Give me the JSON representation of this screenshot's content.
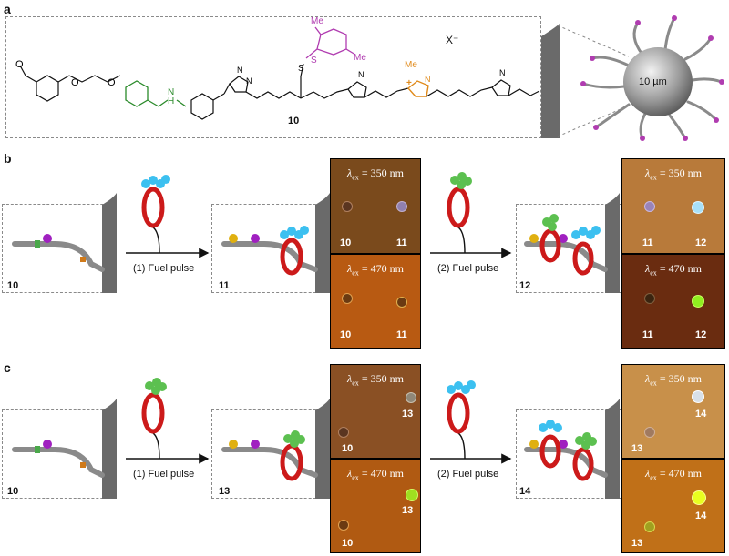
{
  "panels": {
    "a": "a",
    "b": "b",
    "c": "c"
  },
  "panel_a": {
    "compound": "10",
    "counterion": "X⁻",
    "bead_label": "10 µm",
    "me_top1": "Me",
    "me_top2": "Me",
    "nh": "N",
    "h": "H",
    "s_label": "S",
    "me_triazolium": "Me",
    "colors": {
      "linker_green": "#2a8a2a",
      "thiol_magenta": "#b03cb0",
      "triazolium_orange": "#e08a1a"
    }
  },
  "panel_b": {
    "start": "10",
    "mid": "11",
    "end": "12",
    "fuel1": "(1) Fuel pulse",
    "fuel2": "(2) Fuel pulse",
    "micro1_top": {
      "ex": "350",
      "left_num": "10",
      "right_num": "11"
    },
    "micro1_bottom": {
      "ex": "470",
      "left_num": "10",
      "right_num": "11"
    },
    "micro2_top": {
      "ex": "350",
      "left_num": "11",
      "right_num": "12"
    },
    "micro2_bottom": {
      "ex": "470",
      "left_num": "11",
      "right_num": "12"
    }
  },
  "panel_c": {
    "start": "10",
    "mid": "13",
    "end": "14",
    "fuel1": "(1) Fuel pulse",
    "fuel2": "(2) Fuel pulse",
    "micro1_top": {
      "ex": "350",
      "left_num": "10",
      "right_num": "13"
    },
    "micro1_bottom": {
      "ex": "470",
      "left_num": "10",
      "right_num": "13"
    },
    "micro2_top": {
      "ex": "350",
      "left_num": "13",
      "right_num": "14"
    },
    "micro2_bottom": {
      "ex": "470",
      "left_num": "13",
      "right_num": "14"
    }
  },
  "lambda_prefix": "λ",
  "lambda_sub": "ex",
  "lambda_eq": " = ",
  "nm": " nm"
}
